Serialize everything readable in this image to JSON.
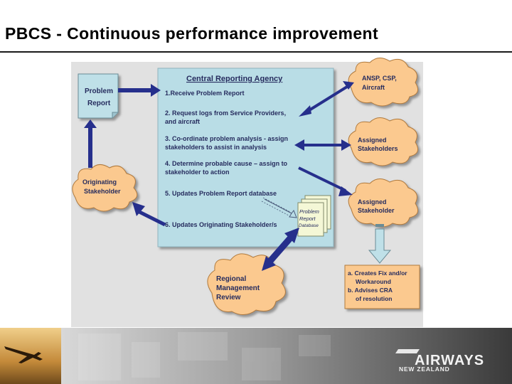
{
  "slide": {
    "title": "PBCS - Continuous performance improvement"
  },
  "cra": {
    "title": "Central Reporting Agency",
    "steps": [
      "1.Receive Problem Report",
      "2. Request logs from Service Providers,",
      "and aircraft",
      "3. Co-ordinate problem analysis - assign",
      "stakeholders to assist in analysis",
      "4. Determine probable cause – assign to",
      "stakeholder to action",
      "5. Updates Problem Report database",
      "6. Updates Originating Stakeholder/s"
    ]
  },
  "problem_report": {
    "line1": "Problem",
    "line2": "Report"
  },
  "database": {
    "line1": "Problem",
    "line2": "Report",
    "line3": "Database"
  },
  "clouds": {
    "originating": [
      "Originating",
      "Stakeholder"
    ],
    "ansp": [
      "ANSP, CSP,",
      "Aircraft"
    ],
    "assigned1": [
      "Assigned",
      "Stakeholders"
    ],
    "assigned2": [
      "Assigned",
      "Stakeholder"
    ],
    "regional": [
      "Regional",
      "Management",
      "Review"
    ]
  },
  "resolution": {
    "lines": [
      "a. Creates Fix and/or",
      "Workaround",
      "b. Advises CRA",
      "of resolution"
    ]
  },
  "footer": {
    "brand": "AIRWAYS",
    "brand_sub": "NEW ZEALAND"
  },
  "colors": {
    "panel": "#b9dde6",
    "cloud": "#fbc98f",
    "arrow": "#262f8c",
    "text": "#262c5e"
  }
}
